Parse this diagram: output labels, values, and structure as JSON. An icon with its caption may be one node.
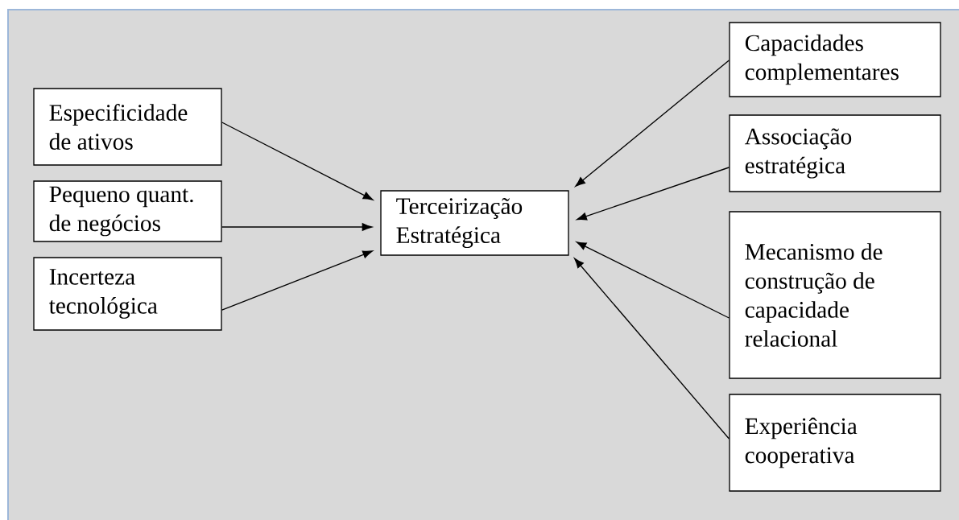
{
  "diagram": {
    "nodes": [
      {
        "text": [
          "Especificidade de ativos"
        ]
      },
      {
        "text": [
          "Pequeno quant. de negócios"
        ]
      },
      {
        "text": [
          "Incerteza tecnológica"
        ]
      },
      {
        "text": [
          "Terceirização Estratégica"
        ]
      },
      {
        "text": [
          "Capacidades complementares"
        ]
      },
      {
        "text": [
          "Associação estratégica"
        ]
      },
      {
        "text": [
          "Mecanismo de construção de capacidade relacional"
        ]
      },
      {
        "text": [
          "Experiência cooperativa"
        ]
      }
    ],
    "edges": [
      {
        "from": 0,
        "to": 3,
        "arrow": "to"
      },
      {
        "from": 1,
        "to": 3,
        "arrow": "to"
      },
      {
        "from": 2,
        "to": 3,
        "arrow": "to"
      },
      {
        "from": 4,
        "to": 3,
        "arrow": "to"
      },
      {
        "from": 5,
        "to": 3,
        "arrow": "to"
      },
      {
        "from": 6,
        "to": 3,
        "arrow": "to"
      },
      {
        "from": 7,
        "to": 3,
        "arrow": "to"
      }
    ]
  }
}
